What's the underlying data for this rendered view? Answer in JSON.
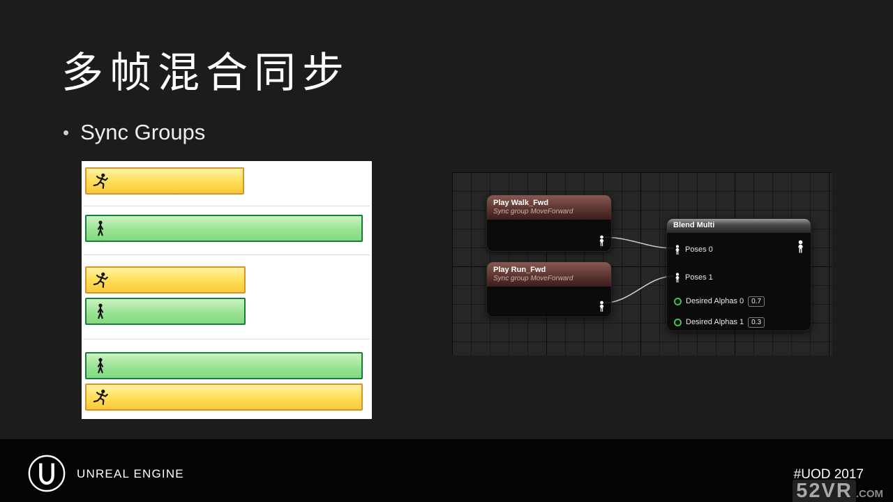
{
  "slide": {
    "title": "多帧混合同步",
    "bullet_glyph": "•",
    "bullet": "Sync Groups"
  },
  "timeline": {
    "groups": [
      {
        "bars": [
          {
            "icon": "run",
            "style": "yellow",
            "length": "short"
          }
        ]
      },
      {
        "bars": [
          {
            "icon": "walk",
            "style": "green",
            "length": "full"
          }
        ]
      },
      {
        "bars": [
          {
            "icon": "run",
            "style": "yellow",
            "length": "short"
          },
          {
            "icon": "walk",
            "style": "green",
            "length": "short"
          }
        ]
      },
      {
        "bars": [
          {
            "icon": "walk",
            "style": "green",
            "length": "full"
          },
          {
            "icon": "run",
            "style": "yellow",
            "length": "full"
          }
        ]
      }
    ]
  },
  "graph": {
    "nodes": {
      "play_walk": {
        "title": "Play Walk_Fwd",
        "subtitle": "Sync group MoveForward"
      },
      "play_run": {
        "title": "Play Run_Fwd",
        "subtitle": "Sync group MoveForward"
      },
      "blend": {
        "title": "Blend Multi",
        "pins": [
          {
            "label": "Poses 0"
          },
          {
            "label": "Poses 1"
          },
          {
            "label": "Desired Alphas 0",
            "value": "0.7"
          },
          {
            "label": "Desired Alphas 1",
            "value": "0.3"
          }
        ]
      }
    }
  },
  "footer": {
    "brand": "UNREAL ENGINE",
    "hashtag": "#UOD 2017",
    "watermark": "52VR",
    "watermark_suffix": ".COM"
  },
  "colors": {
    "yellow_bar": "#ffdd55",
    "yellow_border": "#d6952b",
    "green_bar": "#9ae394",
    "green_border": "#157e38",
    "node_header_red": "#5c3531",
    "node_header_gray": "#4b4b4b",
    "alpha_pin_green": "#3acb45",
    "slide_bg": "#1c1c1c",
    "footer_bg": "#040404"
  }
}
